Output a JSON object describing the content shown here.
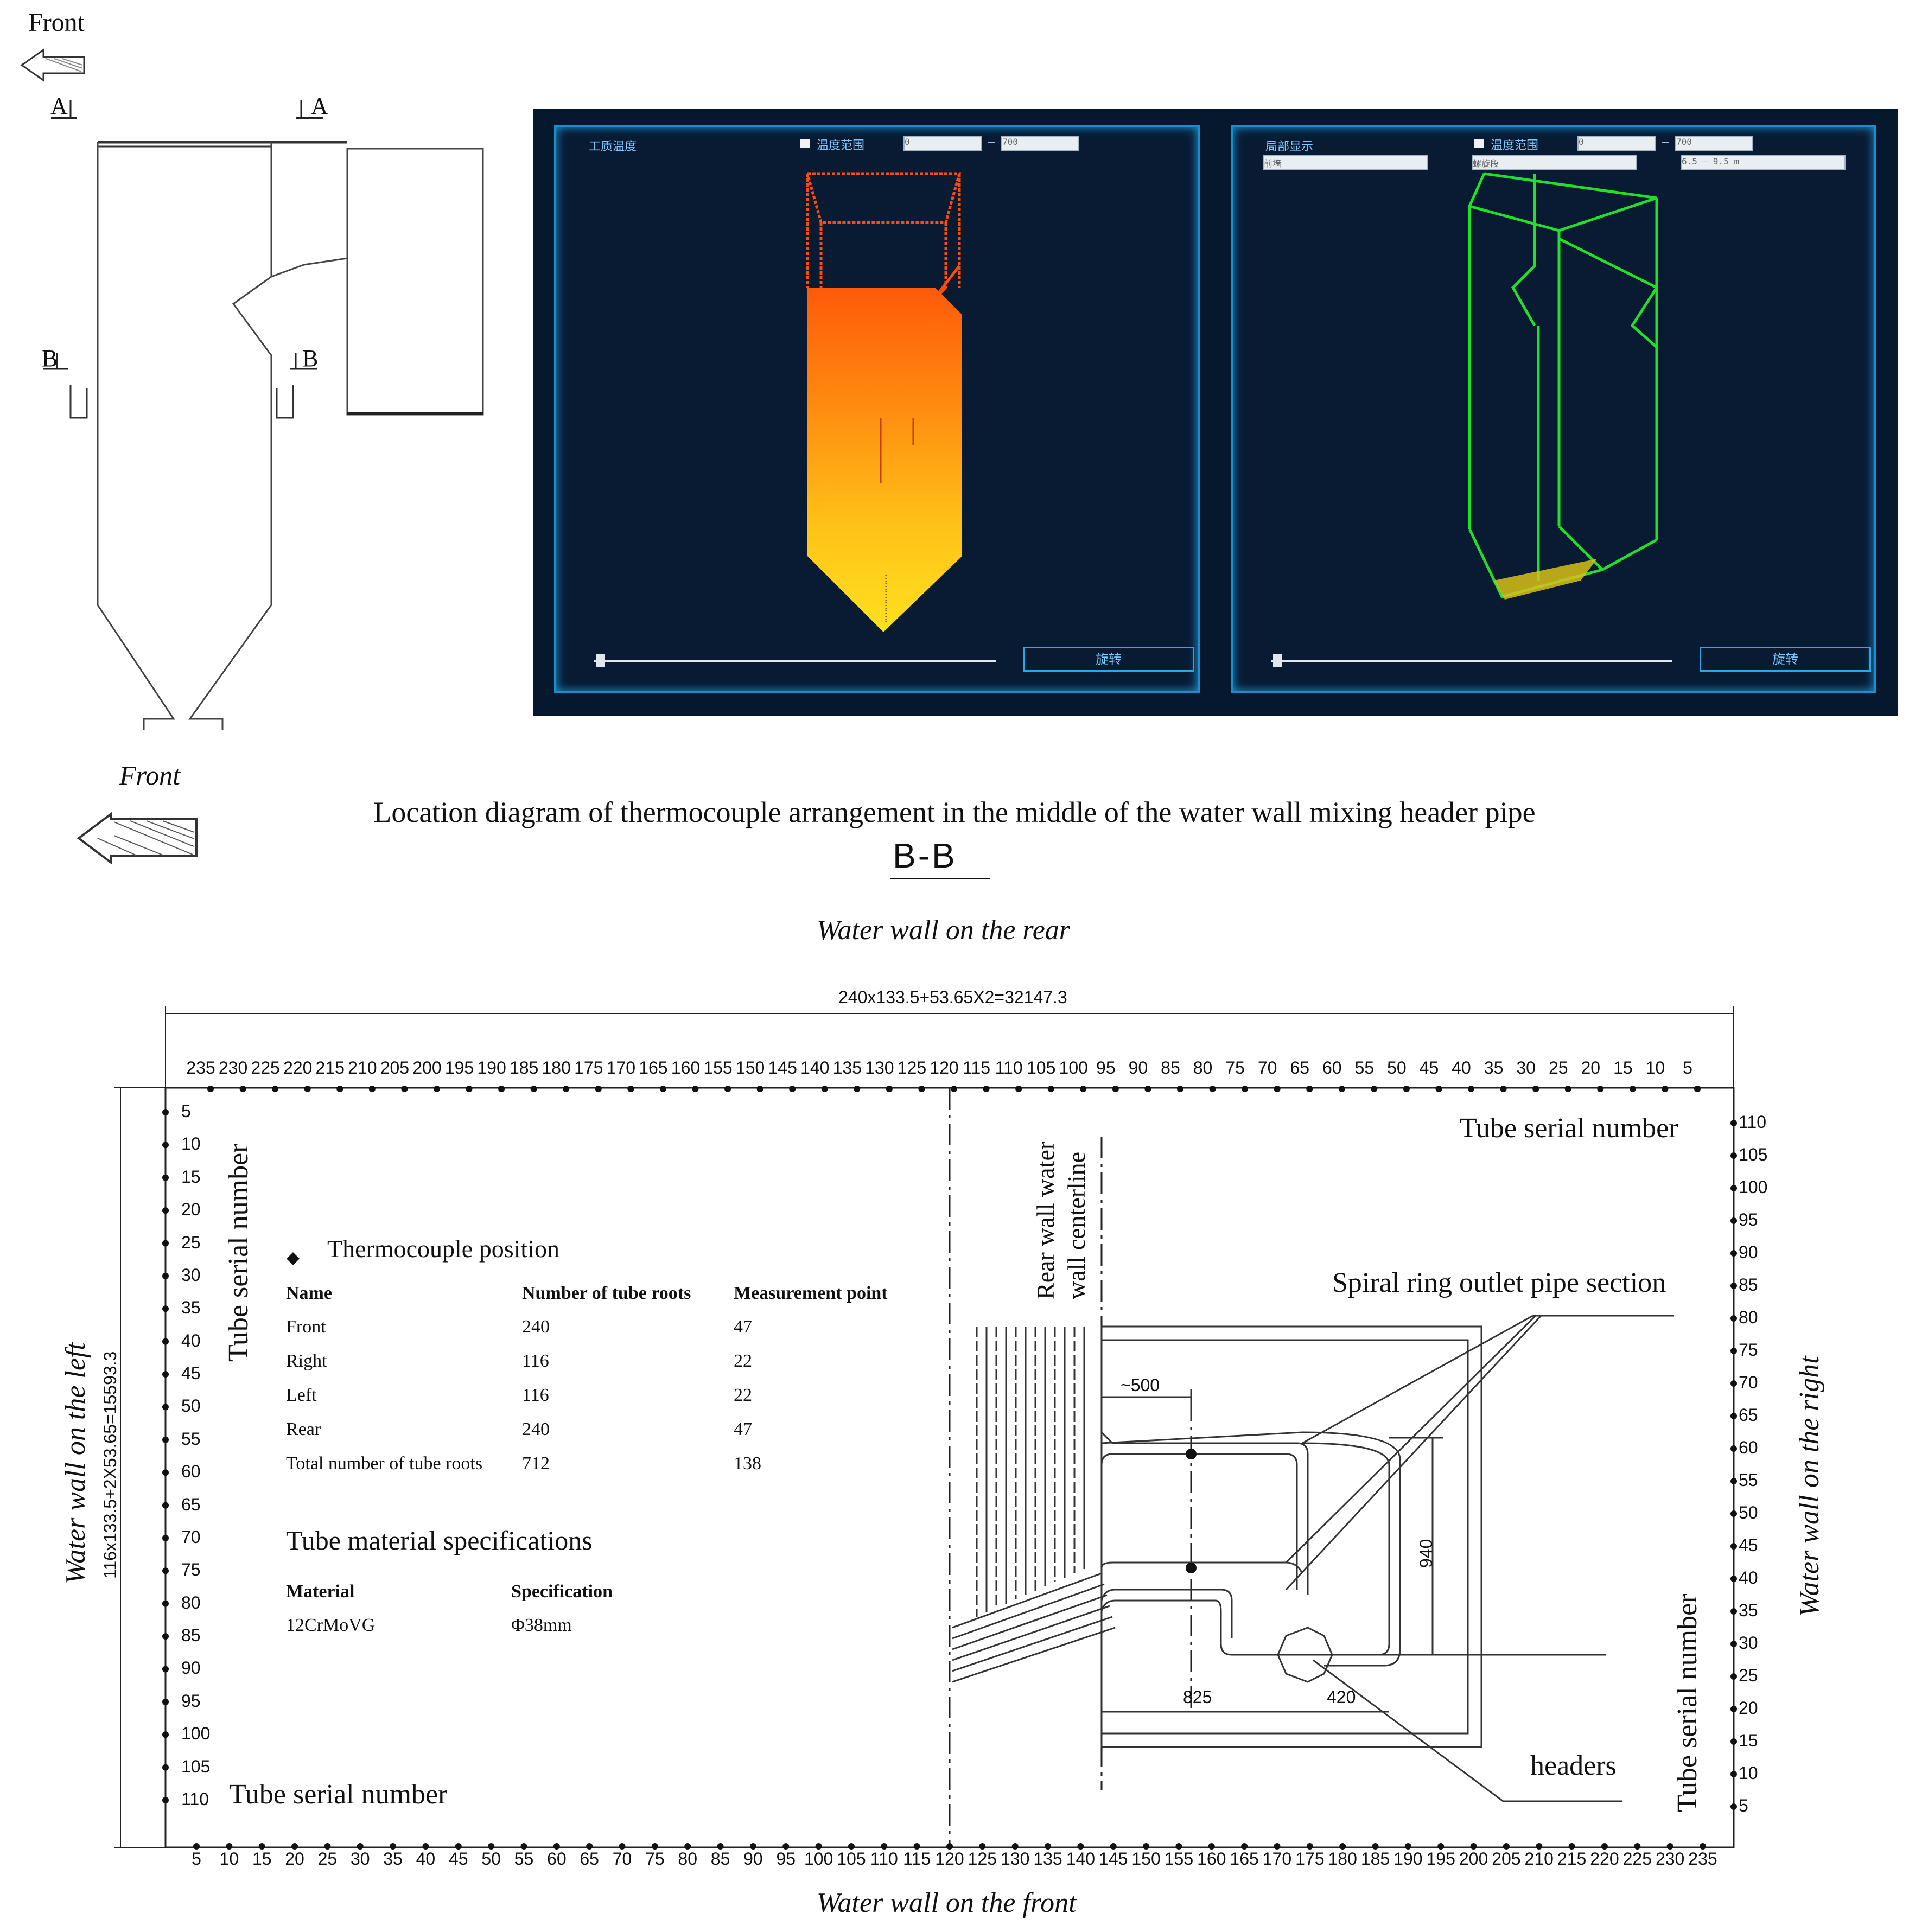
{
  "top_diagram": {
    "front_label": "Front",
    "section_a_left": "A",
    "section_a_right": "A",
    "section_b_left": "B",
    "section_b_right": "B"
  },
  "screens": {
    "left": {
      "title": "工质温度",
      "range_label": "温度范围",
      "range_min": "0",
      "range_max": "700",
      "button": "旋转"
    },
    "right": {
      "title": "局部显示",
      "range_label": "温度范围",
      "range_min": "0",
      "range_max": "700",
      "select_1": "前墙",
      "select_2": "螺旋段",
      "select_3": "6.5 — 9.5 m",
      "button": "旋转"
    }
  },
  "front_label_2": "Front",
  "caption": "Location diagram of thermocouple arrangement in the middle of the water wall mixing header pipe",
  "section_title": "B-B",
  "rear_label": "Water wall on the rear",
  "front_wall_label": "Water wall on the front",
  "left_wall_label": "Water wall on the left",
  "right_wall_label": "Water wall on the right",
  "dim_top": "240x133.5+53.65X2=32147.3",
  "dim_left": "116x133.5+2X53.65=15593.3",
  "top_ticks": [
    "235",
    "230",
    "225",
    "220",
    "215",
    "210",
    "205",
    "200",
    "195",
    "190",
    "185",
    "180",
    "175",
    "170",
    "165",
    "160",
    "155",
    "150",
    "145",
    "140",
    "135",
    "130",
    "125",
    "120",
    "115",
    "110",
    "105",
    "100",
    "95",
    "90",
    "85",
    "80",
    "75",
    "70",
    "65",
    "60",
    "55",
    "50",
    "45",
    "40",
    "35",
    "30",
    "25",
    "20",
    "15",
    "10",
    "5"
  ],
  "bottom_ticks": [
    "5",
    "10",
    "15",
    "20",
    "25",
    "30",
    "35",
    "40",
    "45",
    "50",
    "55",
    "60",
    "65",
    "70",
    "75",
    "80",
    "85",
    "90",
    "95",
    "100",
    "105",
    "110",
    "115",
    "120",
    "125",
    "130",
    "135",
    "140",
    "145",
    "150",
    "155",
    "160",
    "165",
    "170",
    "175",
    "180",
    "185",
    "190",
    "195",
    "200",
    "205",
    "210",
    "215",
    "220",
    "225",
    "230",
    "235"
  ],
  "left_ticks": [
    "5",
    "10",
    "15",
    "20",
    "25",
    "30",
    "35",
    "40",
    "45",
    "50",
    "55",
    "60",
    "65",
    "70",
    "75",
    "80",
    "85",
    "90",
    "95",
    "100",
    "105",
    "110"
  ],
  "right_ticks": [
    "110",
    "105",
    "100",
    "95",
    "90",
    "85",
    "80",
    "75",
    "70",
    "65",
    "60",
    "55",
    "50",
    "45",
    "40",
    "35",
    "30",
    "25",
    "20",
    "15",
    "10",
    "5"
  ],
  "tube_serial_number": "Tube serial number",
  "thermocouple_legend": "Thermocouple position",
  "table": {
    "headers": [
      "Name",
      "Number of tube roots",
      "Measurement point"
    ],
    "rows": [
      [
        "Front",
        "240",
        "47"
      ],
      [
        "Right",
        "116",
        "22"
      ],
      [
        "Left",
        "116",
        "22"
      ],
      [
        "Rear",
        "240",
        "47"
      ],
      [
        "Total number of tube roots",
        "712",
        "138"
      ]
    ]
  },
  "material_title": "Tube material specifications",
  "material_table": {
    "headers": [
      "Material",
      "Specification"
    ],
    "rows": [
      [
        "12CrMoVG",
        "Φ38mm"
      ]
    ]
  },
  "detail": {
    "centerline_label_1": "Rear wall water",
    "centerline_label_2": "wall  centerline",
    "spiral_label": "Spiral ring outlet pipe section",
    "headers_label": "headers",
    "dim_500": "~500",
    "dim_940": "940",
    "dim_825": "825",
    "dim_420": "420"
  }
}
